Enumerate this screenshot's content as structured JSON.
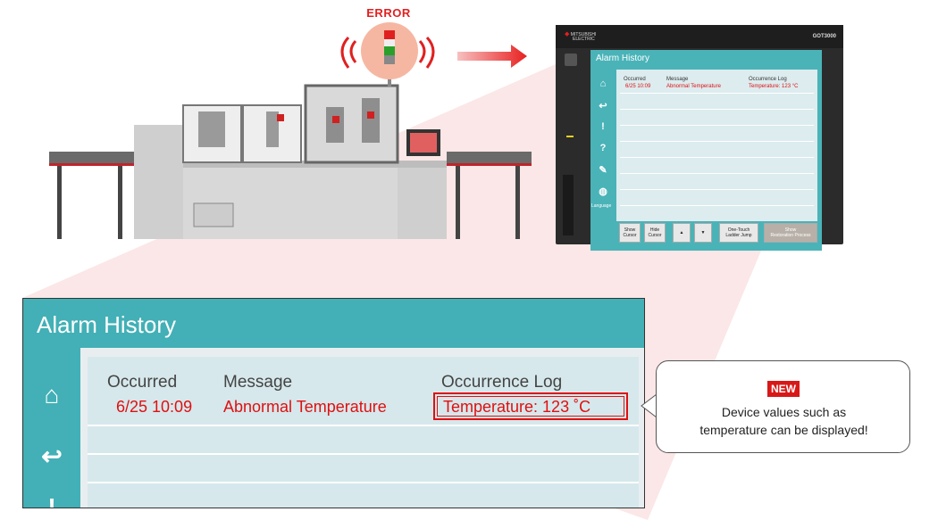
{
  "error_label": "ERROR",
  "hmi": {
    "brand_line1": "MITSUBISHI",
    "brand_line2": "ELECTRIC",
    "model": "GOT3000",
    "title": "Alarm History",
    "columns": [
      "Occurred",
      "Message",
      "Occurrence Log"
    ],
    "row": {
      "occurred": "6/25 10:09",
      "message": "Abnormal Temperature",
      "log": "Temperature: 123  °C"
    },
    "language_label": "Language",
    "buttons": [
      {
        "line1": "Show",
        "line2": "Cursor"
      },
      {
        "line1": "Hide",
        "line2": "Cursor"
      },
      {
        "line1": "▲",
        "line2": ""
      },
      {
        "line1": "▼",
        "line2": ""
      },
      {
        "line1": "One-Touch",
        "line2": "Ladder Jump"
      },
      {
        "line1": "Show",
        "line2": "Restoration Process"
      }
    ]
  },
  "panel": {
    "title": "Alarm History",
    "columns": [
      "Occurred",
      "Message",
      "Occurrence Log"
    ],
    "row": {
      "occurred": "6/25 10:09",
      "message": "Abnormal Temperature",
      "log": "Temperature: 123  ˚C"
    },
    "nav_icons": [
      "home-icon",
      "back-icon",
      "alert-icon"
    ]
  },
  "callout": {
    "badge": "NEW",
    "text_line1": "Device values such as",
    "text_line2": "temperature can be displayed!"
  },
  "colors": {
    "accent": "#42b0b6",
    "alarm_red": "#e01010",
    "badge_red": "#d81818"
  }
}
